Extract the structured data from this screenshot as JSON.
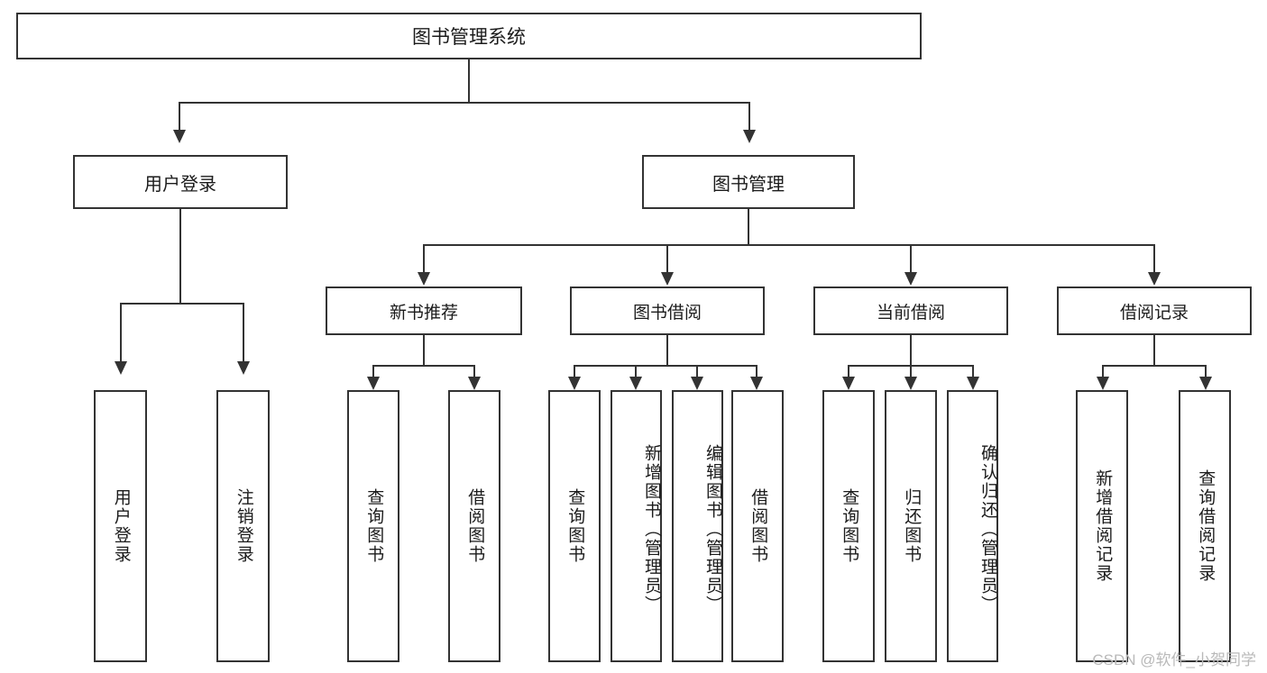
{
  "diagram": {
    "title": "图书管理系统",
    "root": {
      "label": "图书管理系统"
    },
    "level2": [
      {
        "label": "用户登录"
      },
      {
        "label": "图书管理"
      }
    ],
    "level3": [
      {
        "label": "新书推荐"
      },
      {
        "label": "图书借阅"
      },
      {
        "label": "当前借阅"
      },
      {
        "label": "借阅记录"
      }
    ],
    "leaves": {
      "user_login": [
        {
          "label": "用户登录"
        },
        {
          "label": "注销登录"
        }
      ],
      "new_book_recommend": [
        {
          "label": "查询图书"
        },
        {
          "label": "借阅图书"
        }
      ],
      "book_borrow": [
        {
          "label": "查询图书"
        },
        {
          "label": "新增图书（管理员）"
        },
        {
          "label": "编辑图书（管理员）"
        },
        {
          "label": "借阅图书"
        }
      ],
      "current_borrow": [
        {
          "label": "查询图书"
        },
        {
          "label": "归还图书"
        },
        {
          "label": "确认归还（管理员）"
        }
      ],
      "borrow_record": [
        {
          "label": "新增借阅记录"
        },
        {
          "label": "查询借阅记录"
        }
      ]
    }
  },
  "watermark": {
    "text": "CSDN @软件_小贺同学"
  },
  "colors": {
    "stroke": "#333333",
    "background": "#ffffff",
    "text": "#1b1b1b",
    "watermark": "#b9b9b9"
  }
}
